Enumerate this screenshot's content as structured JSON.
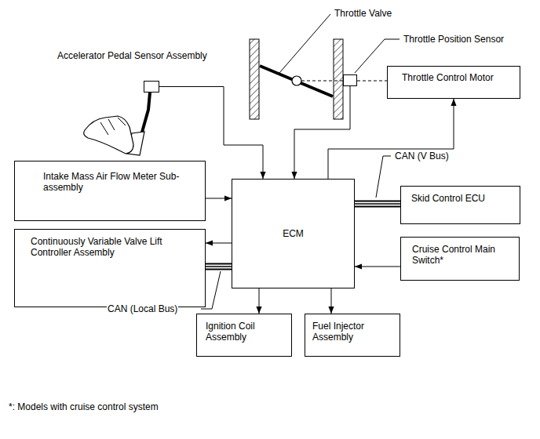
{
  "diagram": {
    "nodes": [
      {
        "text": [
          "Throttle Position Sensor"
        ]
      },
      {
        "text": [
          "Accelerator Pedal Sensor Assembly"
        ]
      },
      {
        "text": [
          "Throttle Control Motor"
        ]
      },
      {
        "text": [
          "Intake Mass Air Flow Meter Sub-assembly"
        ]
      },
      {
        "text": [
          "ECM"
        ]
      },
      {
        "text": [
          "Skid Control ECU"
        ]
      },
      {
        "text": [
          "Continuously Variable Valve Lift Controller Assembly"
        ]
      },
      {
        "text": [
          "Cruise Control Main Switch*"
        ]
      },
      {
        "text": [
          "Ignition Coil Assembly"
        ]
      },
      {
        "text": [
          "Fuel Injector Assembly"
        ]
      }
    ],
    "edges": [
      {
        "from": 1,
        "to": 4,
        "arrow": "to"
      },
      {
        "from": 0,
        "to": 4,
        "arrow": "to"
      },
      {
        "from": 4,
        "to": 2,
        "arrow": "to"
      },
      {
        "from": 3,
        "to": 4,
        "arrow": "to"
      },
      {
        "from": 4,
        "to": 5,
        "arrow": "none"
      },
      {
        "from": 4,
        "to": 6,
        "arrow": "to"
      },
      {
        "from": 4,
        "to": 6,
        "arrow": "none"
      },
      {
        "from": 7,
        "to": 4,
        "arrow": "to"
      },
      {
        "from": 4,
        "to": 8,
        "arrow": "to"
      },
      {
        "from": 4,
        "to": 9,
        "arrow": "to"
      }
    ],
    "labels": [
      "Throttle Valve",
      "CAN (V Bus)",
      "CAN (Local Bus)",
      "*: Models with cruise control system"
    ]
  }
}
